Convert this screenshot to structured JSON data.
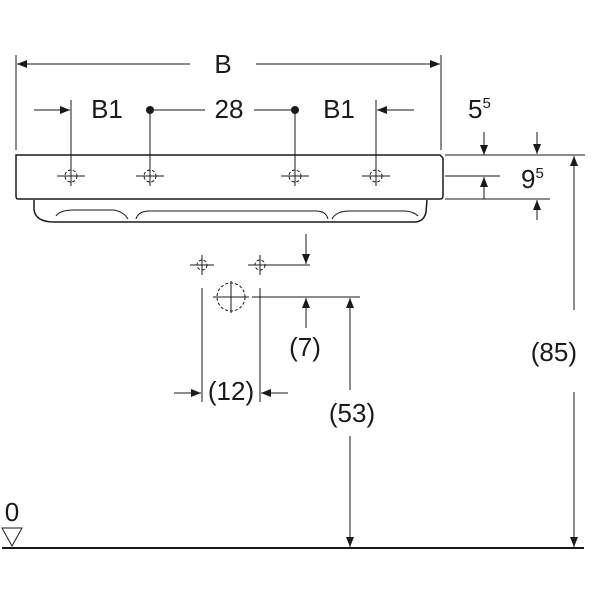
{
  "diagram": {
    "labels": {
      "overall_width": "B",
      "side_left": "B1",
      "center_spacing": "28",
      "side_right": "B1",
      "top_offset_main": "5",
      "top_offset_sup": "5",
      "rim_height_main": "9",
      "rim_height_sup": "5",
      "rim_to_floor": "(85)",
      "waste_to_floor": "(53)",
      "fixing_to_waste": "(7)",
      "fixing_spacing": "(12)",
      "floor_level": "0"
    }
  },
  "colors": {
    "line": "#1a1a1a",
    "background": "#ffffff"
  }
}
